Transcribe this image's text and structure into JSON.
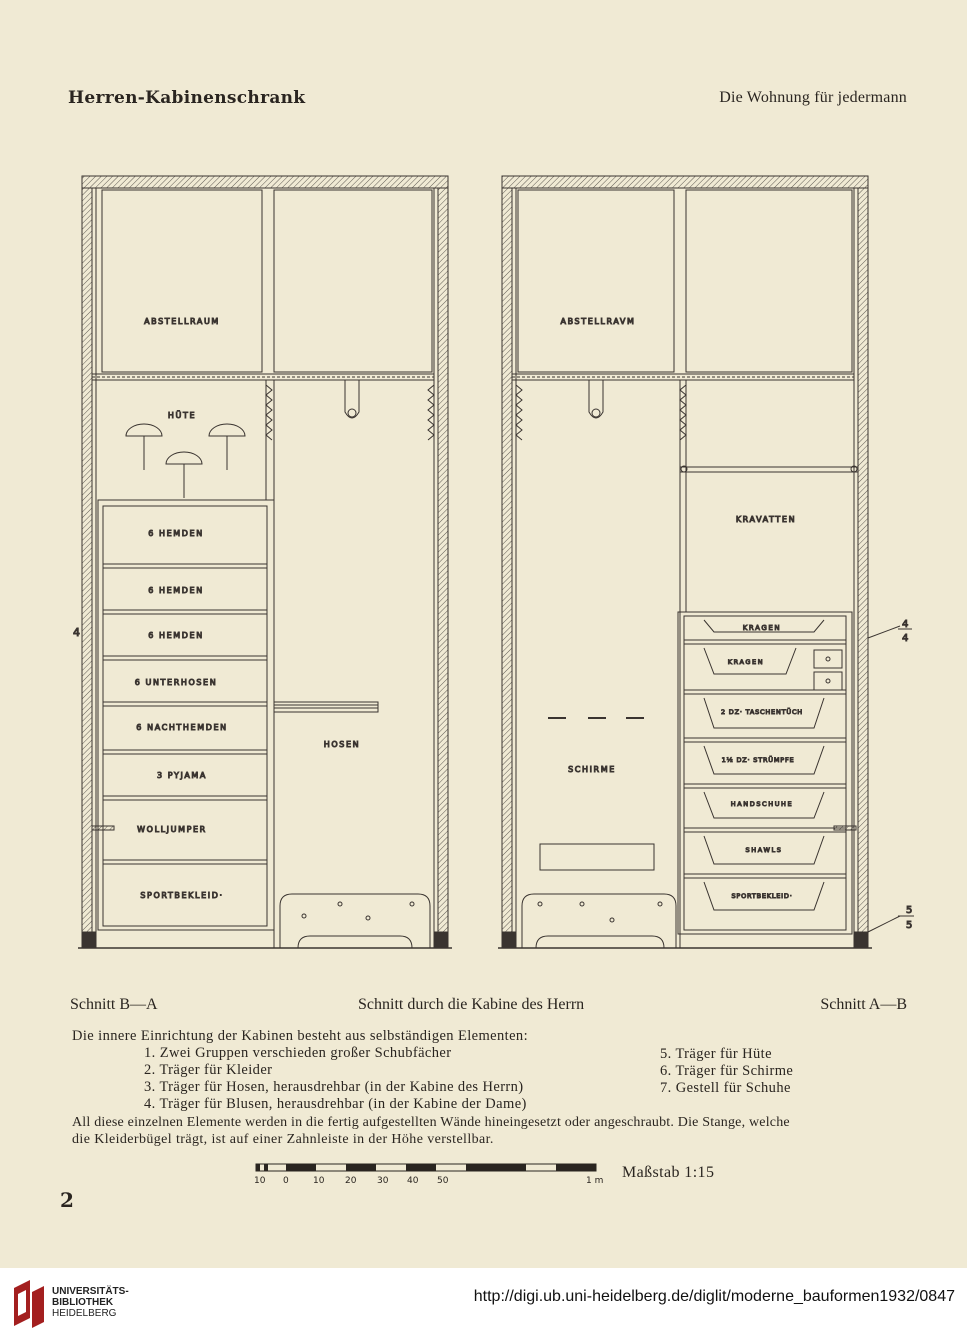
{
  "header": {
    "title": "Herren-Kabinenschrank",
    "book_title": "Die Wohnung für jedermann"
  },
  "drawing_left": {
    "top_label": "ABSTELLRAUM",
    "hats_label": "HÜTE",
    "drawers": [
      "6 HEMDEN",
      "6 HEMDEN",
      "6 HEMDEN",
      "6 UNTERHOSEN",
      "6 NACHTHEMDEN",
      "3 PYJAMA",
      "WOLLJUMPER",
      "SPORTBEKLEID·"
    ],
    "right_label": "HOSEN",
    "side_mark": "4"
  },
  "drawing_right": {
    "top_label": "ABSTELLRAVM",
    "left_label": "SCHIRME",
    "right_upper_label": "KRAVATTEN",
    "drawers": [
      "KRAGEN",
      "KRAGEN",
      "2 DZ· TASCHENTÜCH",
      "1½ DZ· STRÜMPFE",
      "HANDSCHUHE",
      "SHAWLS",
      "SPORTBEKLEID·"
    ],
    "marks": [
      "4",
      "4",
      "5",
      "5"
    ]
  },
  "captions": {
    "left": "Schnitt B—A",
    "center": "Schnitt durch die Kabine des Herrn",
    "right": "Schnitt A—B"
  },
  "description": {
    "intro": "Die innere Einrichtung der Kabinen besteht aus selbständigen Elementen:",
    "items_left": [
      "1. Zwei Gruppen verschieden großer Schubfächer",
      "2. Träger für Kleider",
      "3. Träger für Hosen, herausdrehbar (in der Kabine des Herrn)",
      "4. Träger für Blusen, herausdrehbar (in der Kabine der Dame)"
    ],
    "items_right": [
      "5. Träger für Hüte",
      "6. Träger für Schirme",
      "7. Gestell für Schuhe"
    ],
    "closing_1": "All diese einzelnen Elemente werden in die fertig aufgestellten Wände hineingesetzt oder angeschraubt. Die Stange, welche",
    "closing_2": "die Kleiderbügel trägt, ist auf einer Zahnleiste in der Höhe verstellbar."
  },
  "scale": {
    "ticks": [
      "10",
      "0",
      "10",
      "20",
      "30",
      "40",
      "50",
      "1 m"
    ],
    "label": "Maßstab 1:15"
  },
  "page_number": "2",
  "footer": {
    "institution_line1": "UNIVERSITÄTS-",
    "institution_line2": "BIBLIOTHEK",
    "institution_line3": "HEIDELBERG",
    "url": "http://digi.ub.uni-heidelberg.de/diglit/moderne_bauformen1932/0847"
  }
}
